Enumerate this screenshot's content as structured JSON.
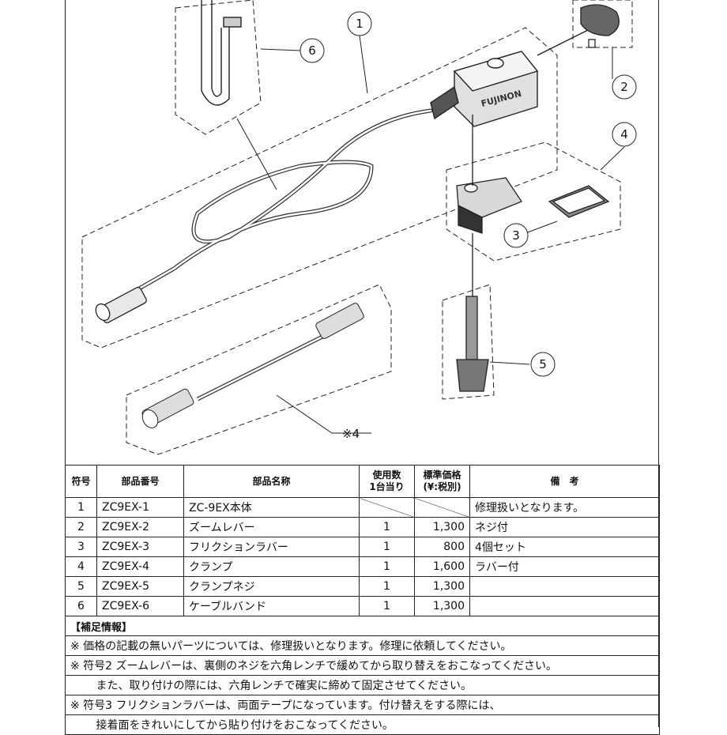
{
  "diagram": {
    "callouts": [
      "1",
      "2",
      "3",
      "4",
      "5",
      "6"
    ],
    "note_ref": "※4",
    "brand_logo": "FUJINON"
  },
  "table": {
    "headers": {
      "no": "符号",
      "part_number": "部品番号",
      "part_name": "部品名称",
      "qty": "使用数\n1台当り",
      "price": "標準価格\n(¥:税別)",
      "remarks": "備　考"
    },
    "rows": [
      {
        "no": "1",
        "part_number": "ZC9EX-1",
        "part_name": "ZC-9EX本体",
        "qty": "",
        "price": "",
        "remarks": "修理扱いとなります。"
      },
      {
        "no": "2",
        "part_number": "ZC9EX-2",
        "part_name": "ズームレバー",
        "qty": "1",
        "price": "1,300",
        "remarks": "ネジ付"
      },
      {
        "no": "3",
        "part_number": "ZC9EX-3",
        "part_name": "フリクションラバー",
        "qty": "1",
        "price": "800",
        "remarks": "4個セット"
      },
      {
        "no": "4",
        "part_number": "ZC9EX-4",
        "part_name": "クランプ",
        "qty": "1",
        "price": "1,600",
        "remarks": "ラバー付"
      },
      {
        "no": "5",
        "part_number": "ZC9EX-5",
        "part_name": "クランプネジ",
        "qty": "1",
        "price": "1,300",
        "remarks": ""
      },
      {
        "no": "6",
        "part_number": "ZC9EX-6",
        "part_name": "ケーブルバンド",
        "qty": "1",
        "price": "1,300",
        "remarks": ""
      }
    ]
  },
  "notes": {
    "heading": "【補足情報】",
    "lines": [
      "※ 価格の記載の無いパーツについては、修理扱いとなります。修理に依頼してください。",
      "※ 符号2 ズームレバーは、裏側のネジを六角レンチで緩めてから取り替えをおこなってください。",
      "　　 また、取り付けの際には、六角レンチで確実に締めて固定させてください。",
      "※ 符号3 フリクションラバーは、両面テープになっています。付け替えをする際には、",
      "　　 接着面をきれいにしてから貼り付けをおこなってください。"
    ]
  }
}
